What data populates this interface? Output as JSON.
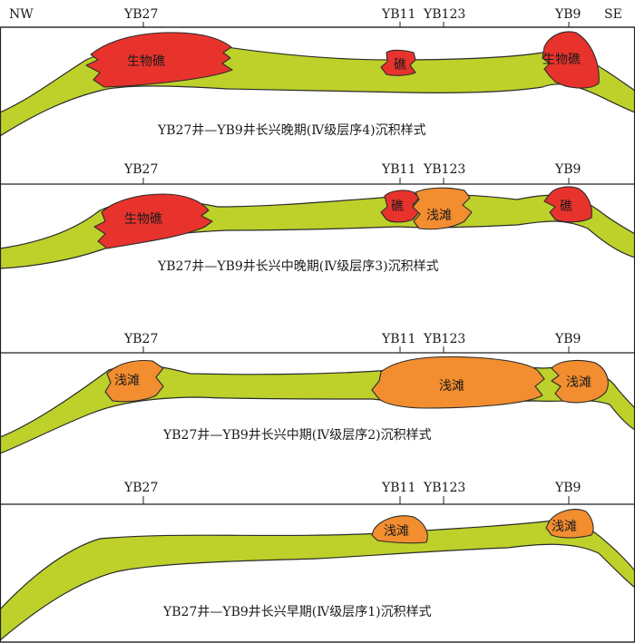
{
  "orientation": {
    "left": "NW",
    "right": "SE"
  },
  "well_labels": [
    "YB27",
    "YB11",
    "YB123",
    "YB9"
  ],
  "colors": {
    "background_band": "#bdd12a",
    "reef": "#e8332c",
    "shoal": "#f28d30",
    "outline": "#2b2b2b"
  },
  "panels": [
    {
      "title": "YB27井—YB9井长兴晚期(Ⅳ级层序4)沉积样式",
      "bodies": [
        {
          "label": "生物礁",
          "facies": "reef"
        },
        {
          "label": "礁",
          "facies": "reef"
        },
        {
          "label": "生物礁",
          "facies": "reef"
        }
      ]
    },
    {
      "title": "YB27井—YB9井长兴中晚期(Ⅳ级层序3)沉积样式",
      "bodies": [
        {
          "label": "生物礁",
          "facies": "reef"
        },
        {
          "label": "礁",
          "facies": "reef"
        },
        {
          "label": "浅滩",
          "facies": "shoal"
        },
        {
          "label": "礁",
          "facies": "reef"
        }
      ]
    },
    {
      "title": "YB27井—YB9井长兴中期(Ⅳ级层序2)沉积样式",
      "bodies": [
        {
          "label": "浅滩",
          "facies": "shoal"
        },
        {
          "label": "浅滩",
          "facies": "shoal"
        },
        {
          "label": "浅滩",
          "facies": "shoal"
        }
      ]
    },
    {
      "title": "YB27井—YB9井长兴早期(Ⅳ级层序1)沉积样式",
      "bodies": [
        {
          "label": "浅滩",
          "facies": "shoal"
        },
        {
          "label": "浅滩",
          "facies": "shoal"
        }
      ]
    }
  ]
}
